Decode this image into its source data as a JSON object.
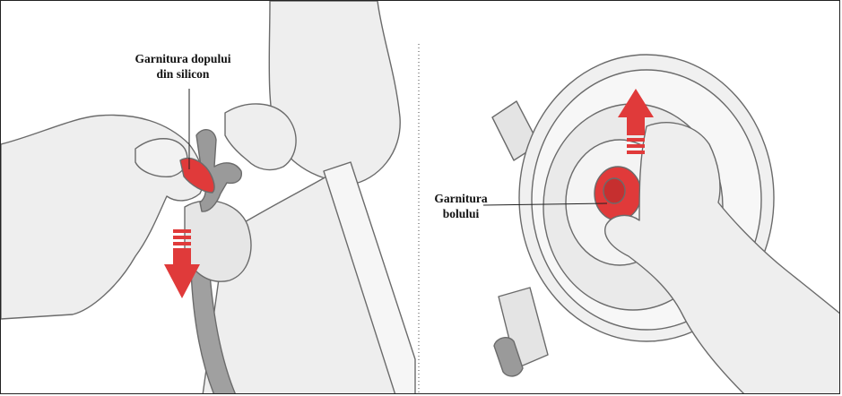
{
  "panels": {
    "left": {
      "label_line1": "Garnitura dopului",
      "label_line2": "din silicon"
    },
    "right": {
      "label_line1": "Garnitura",
      "label_line2": "bolului"
    }
  },
  "colors": {
    "accent_red": "#e03a3a",
    "outline": "#6b6b6b",
    "fill_light": "#eeeeee",
    "fill_mid": "#d9d9d9",
    "grey_part": "#9a9a9a"
  },
  "icons": {
    "left_arrow": "arrow-down-icon",
    "right_arrow": "arrow-up-icon"
  }
}
